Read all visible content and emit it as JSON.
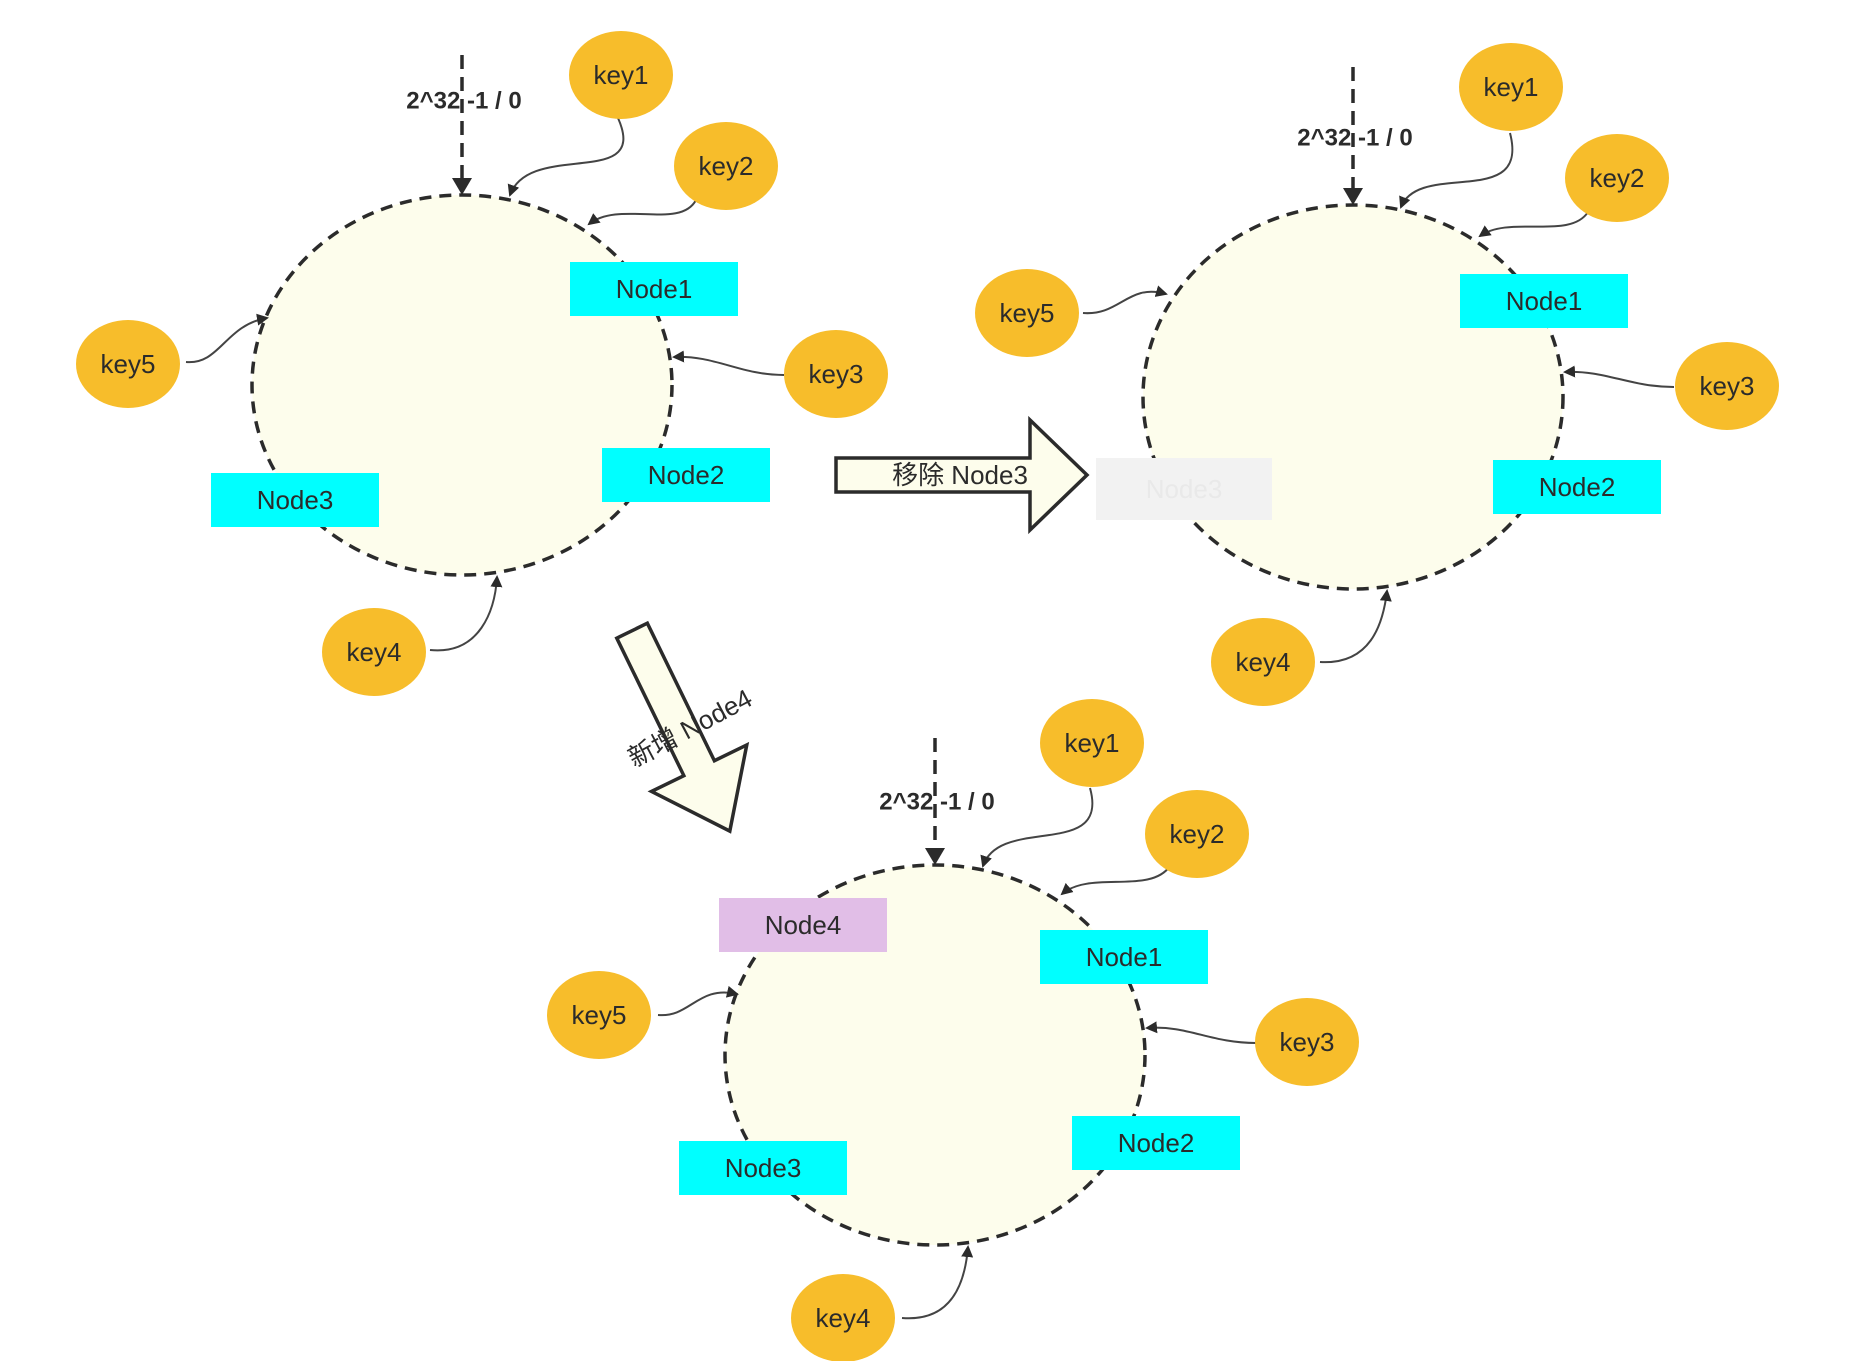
{
  "colors": {
    "key_fill": "#f7bd2b",
    "node_fill": "#00ffff",
    "new_node_fill": "#e1bee7",
    "removed_node_fill": "#f2f2f2",
    "ring_fill": "#fdfdec",
    "stroke": "#2b2b2b"
  },
  "origin_label": "2^32 -1 / 0",
  "transitions": {
    "remove_label": "移除 Node3",
    "add_label": "新增 Node4"
  },
  "rings": {
    "original": {
      "origin_label": "2^32 -1 / 0",
      "keys": [
        "key1",
        "key2",
        "key3",
        "key4",
        "key5"
      ],
      "nodes": [
        "Node1",
        "Node2",
        "Node3"
      ]
    },
    "after_remove": {
      "origin_label": "2^32 -1 / 0",
      "keys": [
        "key1",
        "key2",
        "key3",
        "key4",
        "key5"
      ],
      "nodes": [
        "Node1",
        "Node2",
        "Node3"
      ],
      "removed_node": "Node3"
    },
    "after_add": {
      "origin_label": "2^32 -1 / 0",
      "keys": [
        "key1",
        "key2",
        "key3",
        "key4",
        "key5"
      ],
      "nodes": [
        "Node4",
        "Node1",
        "Node2",
        "Node3"
      ],
      "new_node": "Node4"
    }
  }
}
